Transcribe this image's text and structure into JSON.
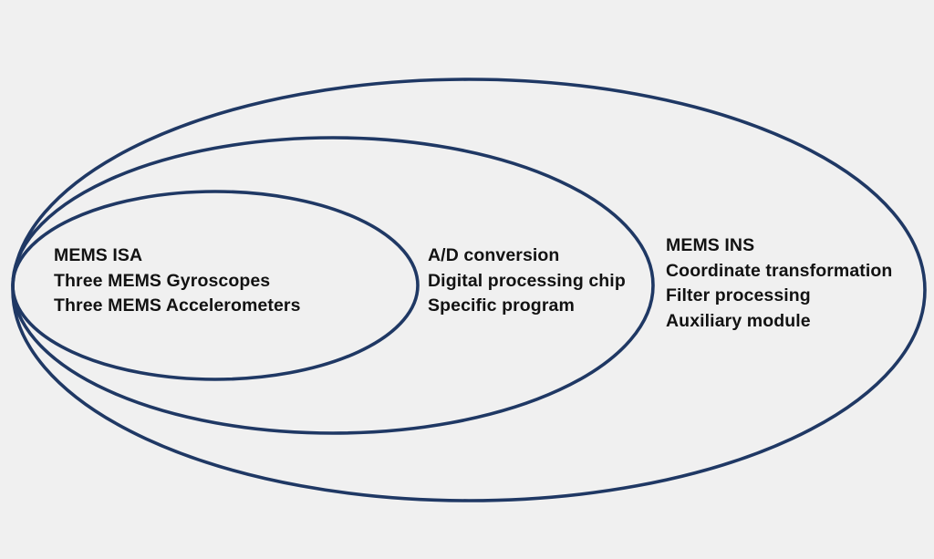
{
  "diagram": {
    "title_hint": "Nested set diagram of a MEMS inertial navigation system",
    "background_color": "#f0f0f0",
    "ellipse_stroke_color": "#1f3864",
    "text_color": "#121212",
    "sets": [
      {
        "name": "mems-isa",
        "lines": [
          "MEMS ISA",
          "Three MEMS Gyroscopes",
          "Three MEMS Accelerometers"
        ]
      },
      {
        "name": "signal-processing",
        "lines": [
          "A/D conversion",
          "Digital processing chip",
          "Specific program"
        ]
      },
      {
        "name": "mems-ins",
        "lines": [
          "MEMS INS",
          "Coordinate transformation",
          "Filter processing",
          "Auxiliary module"
        ]
      }
    ]
  }
}
